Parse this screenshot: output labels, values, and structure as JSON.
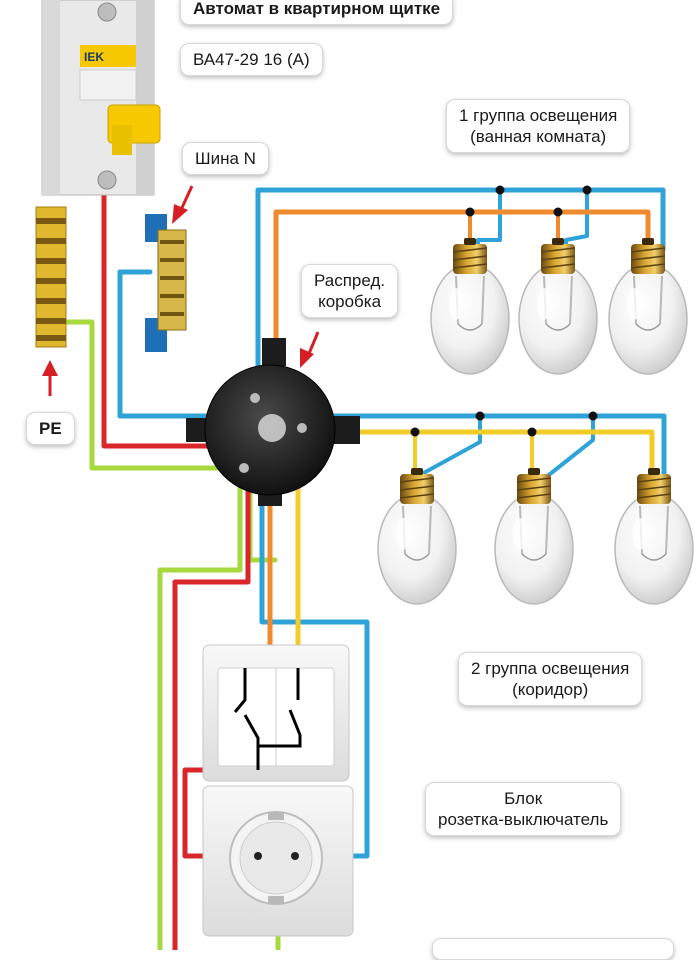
{
  "labels": {
    "breaker_title": "Автомат в квартирном щитке",
    "breaker_model": "ВА47-29 16 (А)",
    "neutral_bus": "Шина N",
    "group1_line1": "1 группа освещения",
    "group1_line2": "(ванная комната)",
    "junction_line1": "Распред.",
    "junction_line2": "коробка",
    "pe": "PE",
    "group2_line1": "2 группа освещения",
    "group2_line2": "(коридор)",
    "block_line1": "Блок",
    "block_line2": "розетка-выключатель"
  },
  "device_text": {
    "breaker_brand": "IEK"
  },
  "colors": {
    "phase": "#d9262b",
    "neutral": "#2fa3d8",
    "ground": "#a6d93d",
    "switched_group1": "#ef8a2e",
    "switched_group2": "#f2cc28",
    "arrow": "#d41f26",
    "breaker_lever": "#f5c800"
  }
}
